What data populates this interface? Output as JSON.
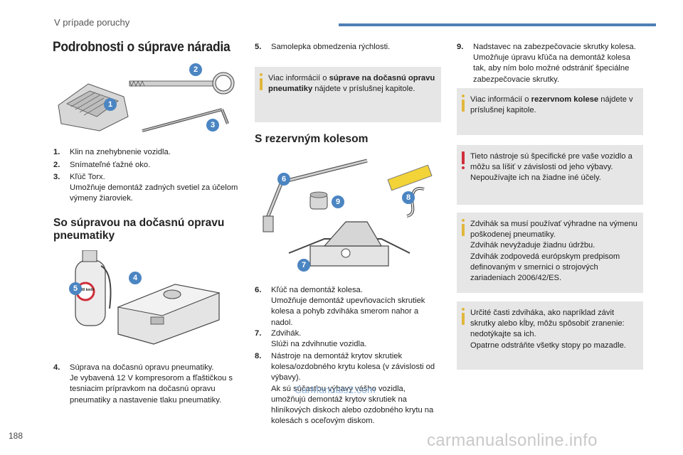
{
  "header": {
    "section": "V prípade poruchy"
  },
  "page_number": "188",
  "title": "Podrobnosti o súprave náradia",
  "kit_items": [
    {
      "num": "1.",
      "text": "Klin na znehybnenie vozidla."
    },
    {
      "num": "2.",
      "text": "Snímateľné ťažné oko."
    },
    {
      "num": "3.",
      "text": "Kľúč Torx.\nUmožňuje demontáž zadných svetiel za účelom výmeny žiaroviek."
    }
  ],
  "section_temp_repair": {
    "title": "So súpravou na dočasnú opravu pneumatiky"
  },
  "temp_items": [
    {
      "num": "4.",
      "text": "Súprava na dočasnú opravu pneumatiky.\nJe vybavená 12 V kompresorom a fľaštičkou s tesniacim prípravkom na dočasnú opravu pneumatiky a nastavenie tlaku pneumatiky."
    }
  ],
  "col2_items": [
    {
      "num": "5.",
      "text": "Samolepka obmedzenia rýchlosti."
    }
  ],
  "note1": {
    "prefix": "Viac informácií o ",
    "bold": "súprave na dočasnú opravu pneumatiky",
    "suffix": " nájdete v príslušnej kapitole."
  },
  "section_spare": {
    "title": "S rezervným kolesom"
  },
  "spare_items": [
    {
      "num": "6.",
      "text": "Kľúč na demontáž kolesa.\nUmožňuje demontáž upevňovacích skrutiek kolesa a pohyb zdviháka smerom nahor a nadol."
    },
    {
      "num": "7.",
      "text": "Zdvihák.\nSlúži na zdvihnutie vozidla."
    },
    {
      "num": "8.",
      "text": "Nástroje na demontáž krytov skrutiek kolesa/ozdobného krytu kolesa (v závislosti od výbavy).\nAk sú súčasťou výbavy vášho vozidla, umožňujú demontáž krytov skrutiek na hliníkových diskoch alebo ozdobného krytu na kolesách s oceľovým diskom."
    }
  ],
  "col3_items": [
    {
      "num": "9.",
      "text": "Nadstavec na zabezpečovacie skrutky kolesa. Umožňuje úpravu kľúča na demontáž kolesa tak, aby ním bolo možné odstrániť špeciálne zabezpečovacie skrutky."
    }
  ],
  "note2": {
    "prefix": "Viac informácií o ",
    "bold": "rezervnom kolese",
    "suffix": " nájdete v príslušnej kapitole."
  },
  "warn1": {
    "text": "Tieto nástroje sú špecifické pre vaše vozidlo a môžu sa líšiť v závislosti od jeho výbavy.\nNepoužívajte ich na žiadne iné účely."
  },
  "note3": {
    "text": "Zdvihák sa musí používať výhradne na výmenu poškodenej pneumatiky.\nZdvihák nevyžaduje žiadnu údržbu.\nZdvihák zodpovedá európskym predpisom definovaným v smernici o strojových zariadeniach 2006/42/ES."
  },
  "note4": {
    "text": "Určité časti zdviháka, ako napríklad závit skrutky alebo kĺby, môžu spôsobiť zranenie: nedotýkajte sa ich.\nOpatrne odstráňte všetky stopy po mazadle."
  },
  "badges": [
    "1",
    "2",
    "3",
    "4",
    "5",
    "6",
    "7",
    "8",
    "9"
  ],
  "bottle_label": "80 km/h",
  "watermark": "carmanualsonline.info",
  "watermark2": "CarManuals2.com",
  "colors": {
    "accent": "#4f7fb6",
    "badge": "#4b85c2",
    "info": "#e1b73b",
    "warning": "#cf2f3a",
    "note_bg": "#e6e6e6"
  }
}
